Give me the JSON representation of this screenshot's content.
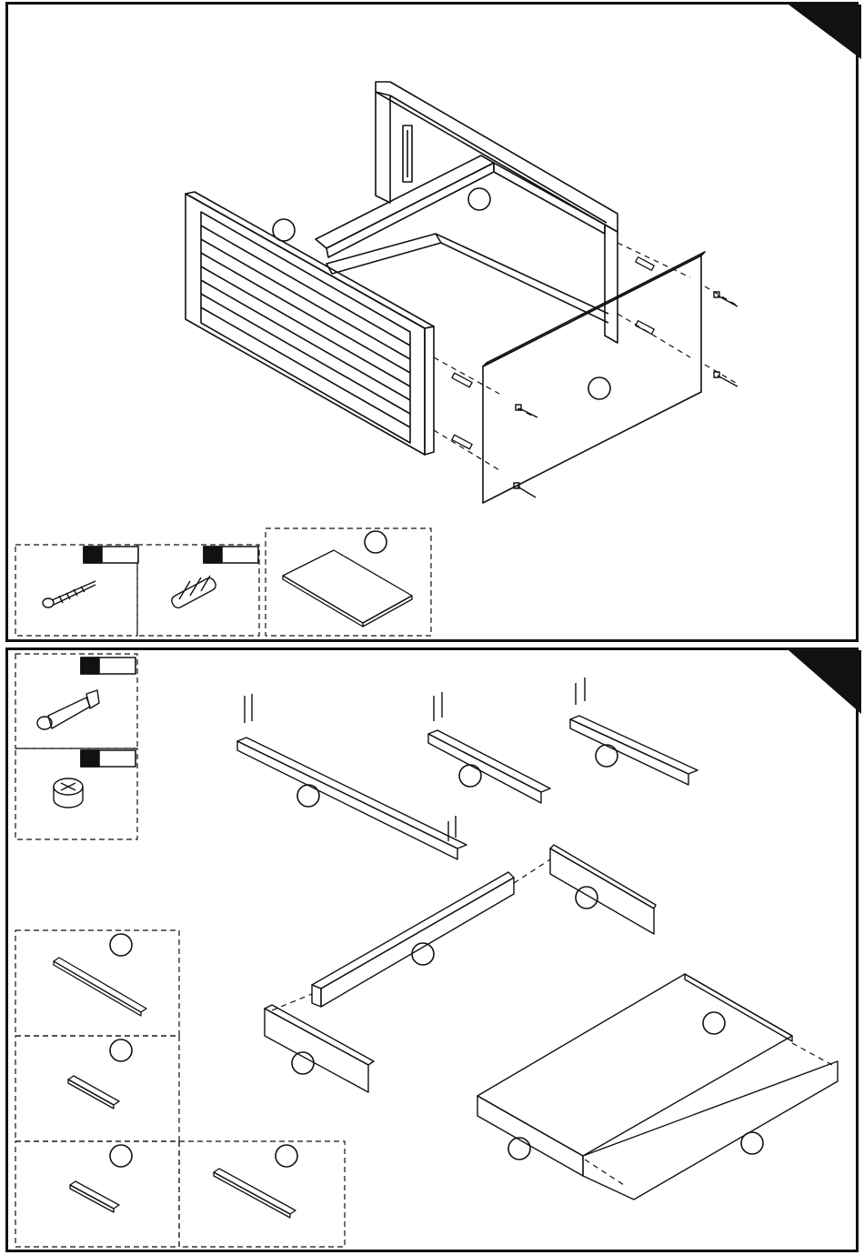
{
  "steps": [
    {
      "hardware": [
        {
          "kind": "screw",
          "icon": "wood-screw-icon",
          "qty": ""
        },
        {
          "kind": "dowel",
          "icon": "wooden-dowel-icon",
          "qty": ""
        }
      ],
      "part_callouts": [
        "",
        "",
        ""
      ]
    },
    {
      "hardware": [
        {
          "kind": "cam-bolt",
          "icon": "cam-bolt-icon",
          "qty": ""
        },
        {
          "kind": "cam-lock",
          "icon": "cam-lock-nut-icon",
          "qty": ""
        }
      ],
      "part_callouts": [
        "",
        "",
        "",
        "",
        "",
        "",
        "",
        "",
        "",
        "",
        ""
      ]
    }
  ],
  "colors": {
    "line": "#111111",
    "tab": "#111111",
    "background": "#ffffff"
  }
}
